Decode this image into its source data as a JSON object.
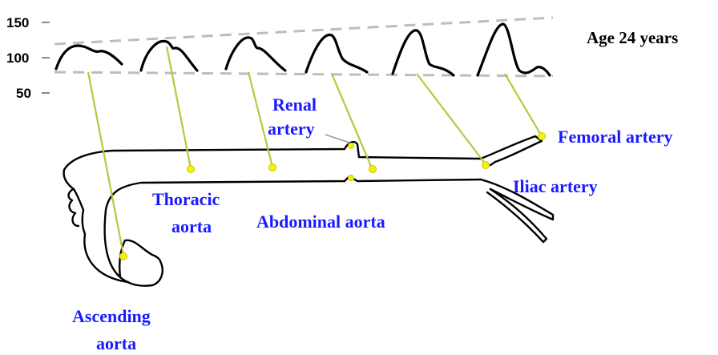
{
  "y_axis": {
    "ticks": [
      "150",
      "100",
      "50"
    ]
  },
  "caption": "Age 24 years",
  "labels": {
    "renal_line1": "Renal",
    "renal_line2": "artery",
    "femoral": "Femoral artery",
    "iliac": "Iliac artery",
    "thoracic_line1": "Thoracic",
    "thoracic_line2": "aorta",
    "abdominal": "Abdominal aorta",
    "ascending_line1": "Ascending",
    "ascending_line2": "aorta"
  },
  "sites": [
    "Ascending aorta",
    "Thoracic aorta",
    "Thoracic aorta",
    "Abdominal aorta",
    "Iliac artery",
    "Femoral artery"
  ],
  "colors": {
    "label": "#1a1aff",
    "leader": "#b5c93a",
    "site": "#f2f20a",
    "reference": "#bdbdbd"
  }
}
